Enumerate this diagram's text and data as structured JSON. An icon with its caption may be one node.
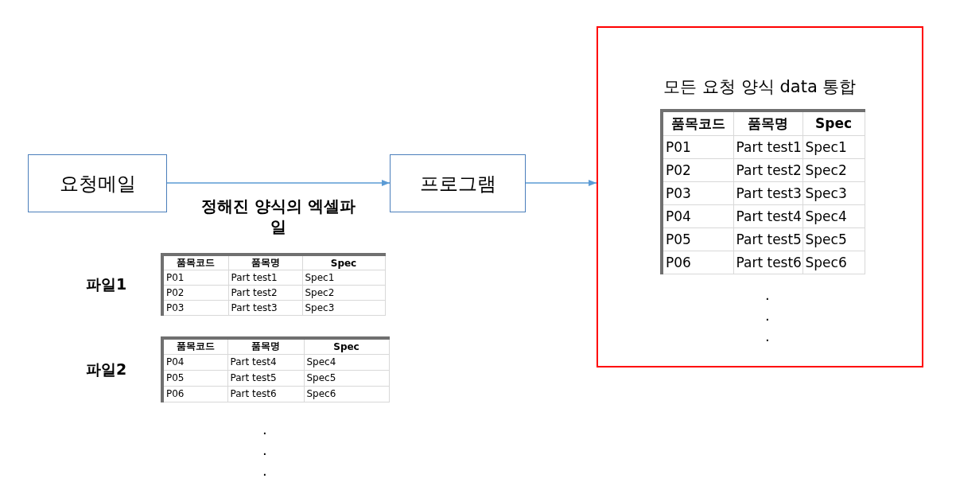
{
  "diagram": {
    "nodes": [
      {
        "text": [
          "요청메일"
        ]
      },
      {
        "text": [
          "프로그램"
        ]
      },
      {
        "text": [
          "모든 요청 양식 data 통합"
        ]
      }
    ],
    "edges": [
      {
        "from": 0,
        "to": 1,
        "arrow": "to",
        "label": "정해진 양식의 엑셀파일"
      },
      {
        "from": 1,
        "to": 2,
        "arrow": "to"
      }
    ],
    "labels": [
      "품목코드",
      "품목명",
      "Spec",
      "P01",
      "Part test1",
      "Spec1",
      "P02",
      "Part test2",
      "Spec2",
      "P03",
      "Part test3",
      "Spec3",
      "P04",
      "Part test4",
      "Spec4",
      "P05",
      "Part test5",
      "Spec5",
      "P06",
      "Part test6",
      "Spec6",
      ".",
      ".",
      ".",
      "파일1",
      "품목코드",
      "품목명",
      "Spec",
      "P01",
      "Part test1",
      "Spec1",
      "P02",
      "Part test2",
      "Spec2",
      "P03",
      "Part test3",
      "Spec3",
      "파일2",
      "품목코드",
      "품목명",
      "Spec",
      "P04",
      "Part test4",
      "Spec4",
      "P05",
      "Part test5",
      "Spec5",
      "P06",
      "Part test6",
      "Spec6",
      ".",
      ".",
      "."
    ]
  }
}
